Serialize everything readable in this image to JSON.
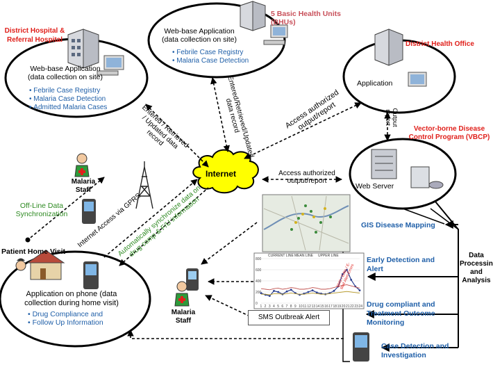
{
  "district_hospital": {
    "title": "District Hospital & Referral Hospital",
    "app": "Web-base Application (data collection on site)",
    "items": [
      "Febrile Case Registry",
      "Malaria Case Detection",
      "Admitted Malaria Cases"
    ]
  },
  "bhu": {
    "title": "5 Basic Health Units (BHUs)",
    "app": "Web-base Application (data collection on site)",
    "items": [
      "Febrile Case Registry",
      "Malaria Case Detection"
    ]
  },
  "dho": {
    "title": "District Health Office",
    "app": "Application",
    "output": "Output report"
  },
  "vbcp": {
    "title": "Vector-borne Disease Control Program (VBCP)",
    "server": "Web Server"
  },
  "internet": "Internet",
  "links": {
    "hospital": "Entered / Retrieved / Updated data record",
    "bhu": "Entered/Retrieved/Updated data record",
    "dho": "Access authorized output/report",
    "vbcp": "Access authorized output/report",
    "gprs": "Internet Access via GPRS",
    "sync": "Automatically synchronize data on drug comp & F/U information",
    "offline": "Off-Line Data Synchronization"
  },
  "malaria_staff_top": "Malaria Staff",
  "malaria_staff_bottom": "Malaria Staff",
  "patient_home_visit": "Patient Home Visit",
  "phone_app": {
    "title": "Application on phone (data collection during home visit)",
    "items": [
      "Drug Compliance and",
      "Follow Up Information"
    ]
  },
  "outputs": [
    "GIS Disease Mapping",
    "Early Detection and Alert",
    "Drug compliant and Treatment Outcome Monitoring",
    "Case Detection and Investigation"
  ],
  "processing": "Data Processing and Analysis",
  "sms_alert": "SMS Outbreak Alert",
  "chart_alert": "SMS / Edits / E-Mail Alert Errors",
  "chart_legend": [
    "CURRENT LINE",
    "MEAN LINE",
    "UPPER LINE"
  ],
  "chart_data": {
    "type": "line",
    "x": [
      1,
      2,
      3,
      4,
      5,
      6,
      7,
      8,
      9,
      10,
      11,
      12,
      13,
      14,
      15,
      16,
      17,
      18,
      19,
      20,
      21,
      22,
      23,
      24
    ],
    "series": [
      {
        "name": "CURRENT LINE",
        "values": [
          180,
          150,
          130,
          220,
          200,
          160,
          210,
          240,
          180,
          150,
          170,
          200,
          230,
          190,
          170,
          160,
          180,
          220,
          300,
          520,
          600,
          420,
          300,
          230
        ]
      },
      {
        "name": "MEAN LINE",
        "values": [
          160,
          160,
          150,
          170,
          170,
          160,
          170,
          180,
          170,
          160,
          160,
          170,
          180,
          170,
          160,
          160,
          170,
          180,
          190,
          200,
          210,
          200,
          190,
          180
        ]
      },
      {
        "name": "UPPER LINE",
        "values": [
          260,
          250,
          240,
          260,
          270,
          250,
          260,
          280,
          270,
          250,
          250,
          260,
          280,
          270,
          250,
          250,
          260,
          280,
          300,
          320,
          330,
          310,
          290,
          270
        ]
      }
    ],
    "ylim": [
      0,
      800
    ],
    "yticks": [
      0,
      200,
      400,
      600,
      800
    ]
  },
  "colors": {
    "red_title": "#e0201b",
    "blue_text": "#1f5fa8",
    "green_text": "#2e8a22",
    "internet_yellow": "#ffff00"
  }
}
